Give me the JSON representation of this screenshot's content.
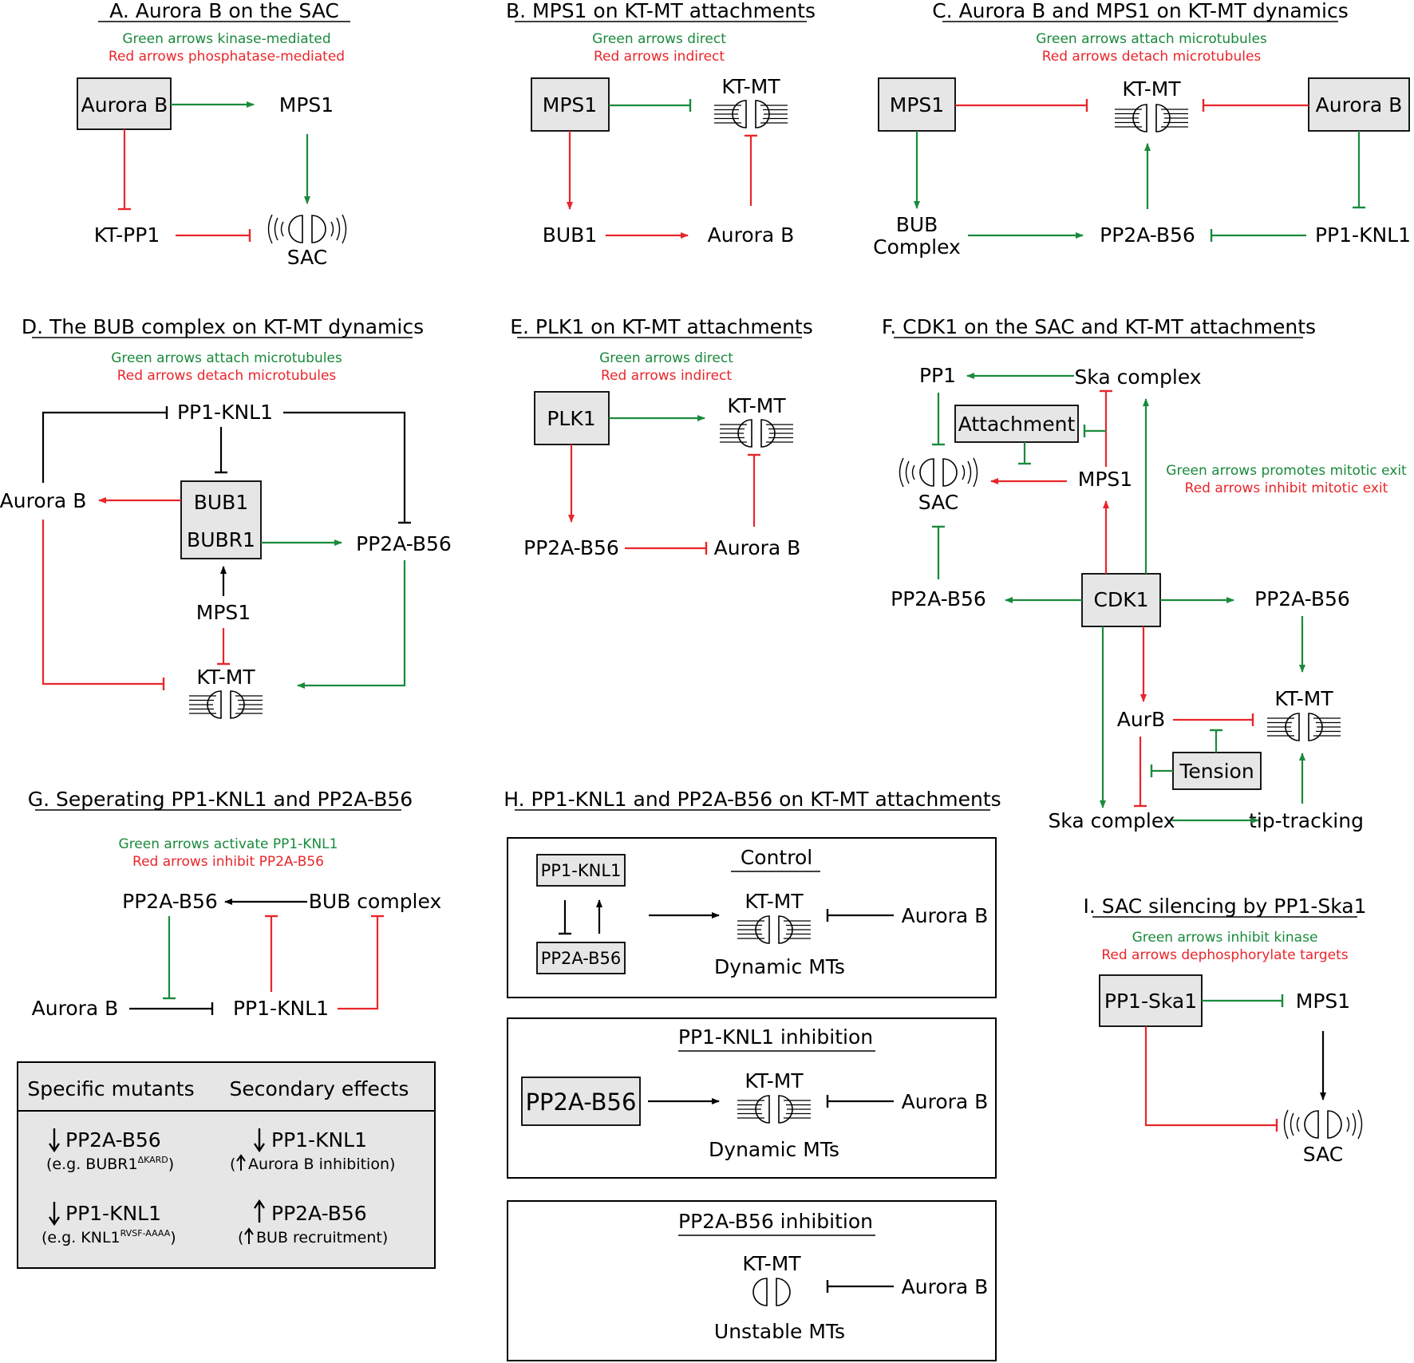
{
  "colors": {
    "green": "#1a8a3c",
    "red": "#e8262b",
    "black": "#000000",
    "box_fill": "#e6e6e6"
  },
  "A": {
    "title": "A. Aurora B on the SAC",
    "legend_green": "Green arrows kinase-mediated",
    "legend_red": "Red arrows phosphatase-mediated",
    "aurora_b": "Aurora B",
    "mps1": "MPS1",
    "kt_pp1": "KT-PP1",
    "sac": "SAC"
  },
  "B": {
    "title": "B. MPS1 on KT-MT attachments",
    "legend_green": "Green arrows direct",
    "legend_red": "Red arrows indirect",
    "mps1": "MPS1",
    "kt_mt": "KT-MT",
    "bub1": "BUB1",
    "aurora_b": "Aurora B"
  },
  "C": {
    "title": "C. Aurora B and MPS1 on KT-MT dynamics",
    "legend_green": "Green arrows attach microtubules",
    "legend_red": "Red arrows detach microtubules",
    "mps1": "MPS1",
    "kt_mt": "KT-MT",
    "aurora_b": "Aurora B",
    "bub_line1": "BUB",
    "bub_line2": "Complex",
    "pp2a_b56": "PP2A-B56",
    "pp1_knl1": "PP1-KNL1"
  },
  "D": {
    "title": "D. The BUB complex on KT-MT dynamics",
    "legend_green": "Green arrows attach microtubules",
    "legend_red": "Red arrows detach microtubules",
    "pp1_knl1": "PP1-KNL1",
    "aurora_b": "Aurora B",
    "bub1": "BUB1",
    "bubr1": "BUBR1",
    "pp2a_b56": "PP2A-B56",
    "mps1": "MPS1",
    "kt_mt": "KT-MT"
  },
  "E": {
    "title": "E. PLK1 on KT-MT attachments",
    "legend_green": "Green arrows direct",
    "legend_red": "Red arrows indirect",
    "plk1": "PLK1",
    "kt_mt": "KT-MT",
    "pp2a_b56": "PP2A-B56",
    "aurora_b": "Aurora B"
  },
  "F": {
    "title": "F. CDK1 on the SAC and KT-MT attachments",
    "legend_green": "Green arrows promotes mitotic exit",
    "legend_red": "Red arrows inhibit mitotic exit",
    "pp1": "PP1",
    "ska_top": "Ska complex",
    "attachment": "Attachment",
    "sac": "SAC",
    "mps1": "MPS1",
    "pp2a_left": "PP2A-B56",
    "cdk1": "CDK1",
    "pp2a_right": "PP2A-B56",
    "aurb": "AurB",
    "kt_mt": "KT-MT",
    "tension": "Tension",
    "ska_bottom": "Ska complex",
    "tip_tracking": "tip-tracking"
  },
  "G": {
    "title": "G. Seperating PP1-KNL1 and PP2A-B56",
    "legend_green": "Green arrows activate PP1-KNL1",
    "legend_red": "Red arrows inhibit PP2A-B56",
    "pp2a_b56": "PP2A-B56",
    "bub_complex": "BUB complex",
    "aurora_b": "Aurora B",
    "pp1_knl1": "PP1-KNL1"
  },
  "table": {
    "header_left": "Specific mutants",
    "header_right": "Secondary effects",
    "rows": [
      {
        "left_main": "PP2A-B56",
        "left_sub_pre": "(e.g. BUBR1",
        "left_sup": "ΔKARD",
        "left_sub_post": ")",
        "right_main": "PP1-KNL1",
        "right_sub": "Aurora B inhibition)"
      },
      {
        "left_main": "PP1-KNL1",
        "left_sub_pre": "(e.g. KNL1",
        "left_sup": "RVSF-AAAA",
        "left_sub_post": ")",
        "right_main": "PP2A-B56",
        "right_sub": "BUB recruitment)"
      }
    ]
  },
  "H": {
    "title": "H. PP1-KNL1 and PP2A-B56 on KT-MT attachments",
    "control": {
      "heading": "Control",
      "pp1_knl1": "PP1-KNL1",
      "pp2a_b56": "PP2A-B56",
      "kt_mt": "KT-MT",
      "aurora_b": "Aurora B",
      "caption": "Dynamic MTs"
    },
    "pp1_inhibition": {
      "heading": "PP1-KNL1 inhibition",
      "pp2a_b56": "PP2A-B56",
      "kt_mt": "KT-MT",
      "aurora_b": "Aurora B",
      "caption": "Dynamic MTs"
    },
    "pp2a_inhibition": {
      "heading": "PP2A-B56 inhibition",
      "kt_mt": "KT-MT",
      "aurora_b": "Aurora B",
      "caption": "Unstable MTs"
    }
  },
  "I": {
    "title": "I. SAC silencing by PP1-Ska1",
    "legend_green": "Green arrows inhibit kinase",
    "legend_red": "Red arrows dephosphorylate targets",
    "pp1_ska1": "PP1-Ska1",
    "mps1": "MPS1",
    "sac": "SAC"
  }
}
